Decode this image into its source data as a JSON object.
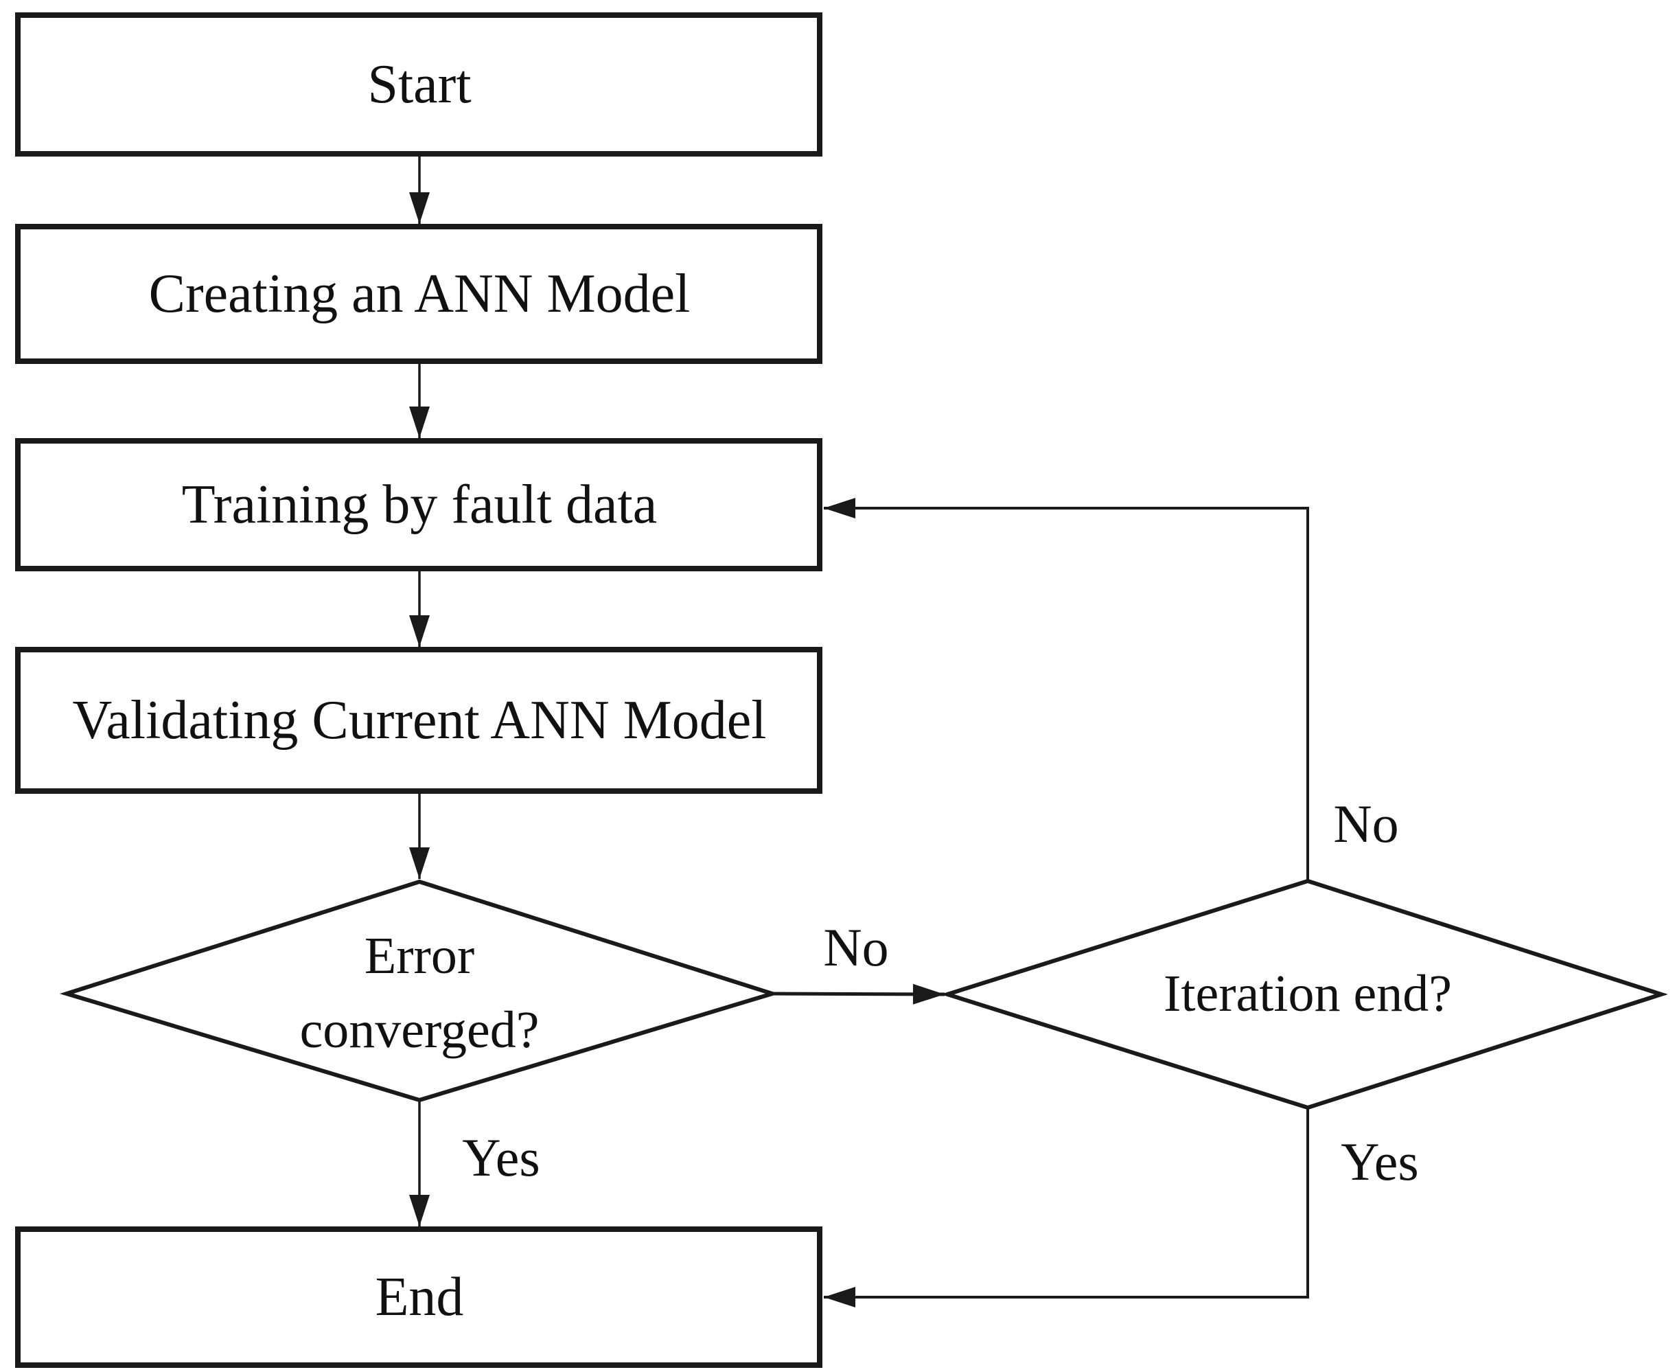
{
  "nodes": {
    "start": {
      "label": "Start"
    },
    "create_model": {
      "label": "Creating an ANN Model"
    },
    "train": {
      "label": "Training by fault data"
    },
    "validate": {
      "label": "Validating Current ANN Model"
    },
    "error_converged": {
      "line1": "Error",
      "line2": "converged?"
    },
    "iteration_end": {
      "label": "Iteration end?"
    },
    "end": {
      "label": "End"
    }
  },
  "edge_labels": {
    "error_no": "No",
    "error_yes": "Yes",
    "iteration_no": "No",
    "iteration_yes": "Yes"
  },
  "colors": {
    "stroke": "#1a1a1a",
    "node_fill": "#ffffff",
    "text": "#111111",
    "background": "#ffffff"
  }
}
